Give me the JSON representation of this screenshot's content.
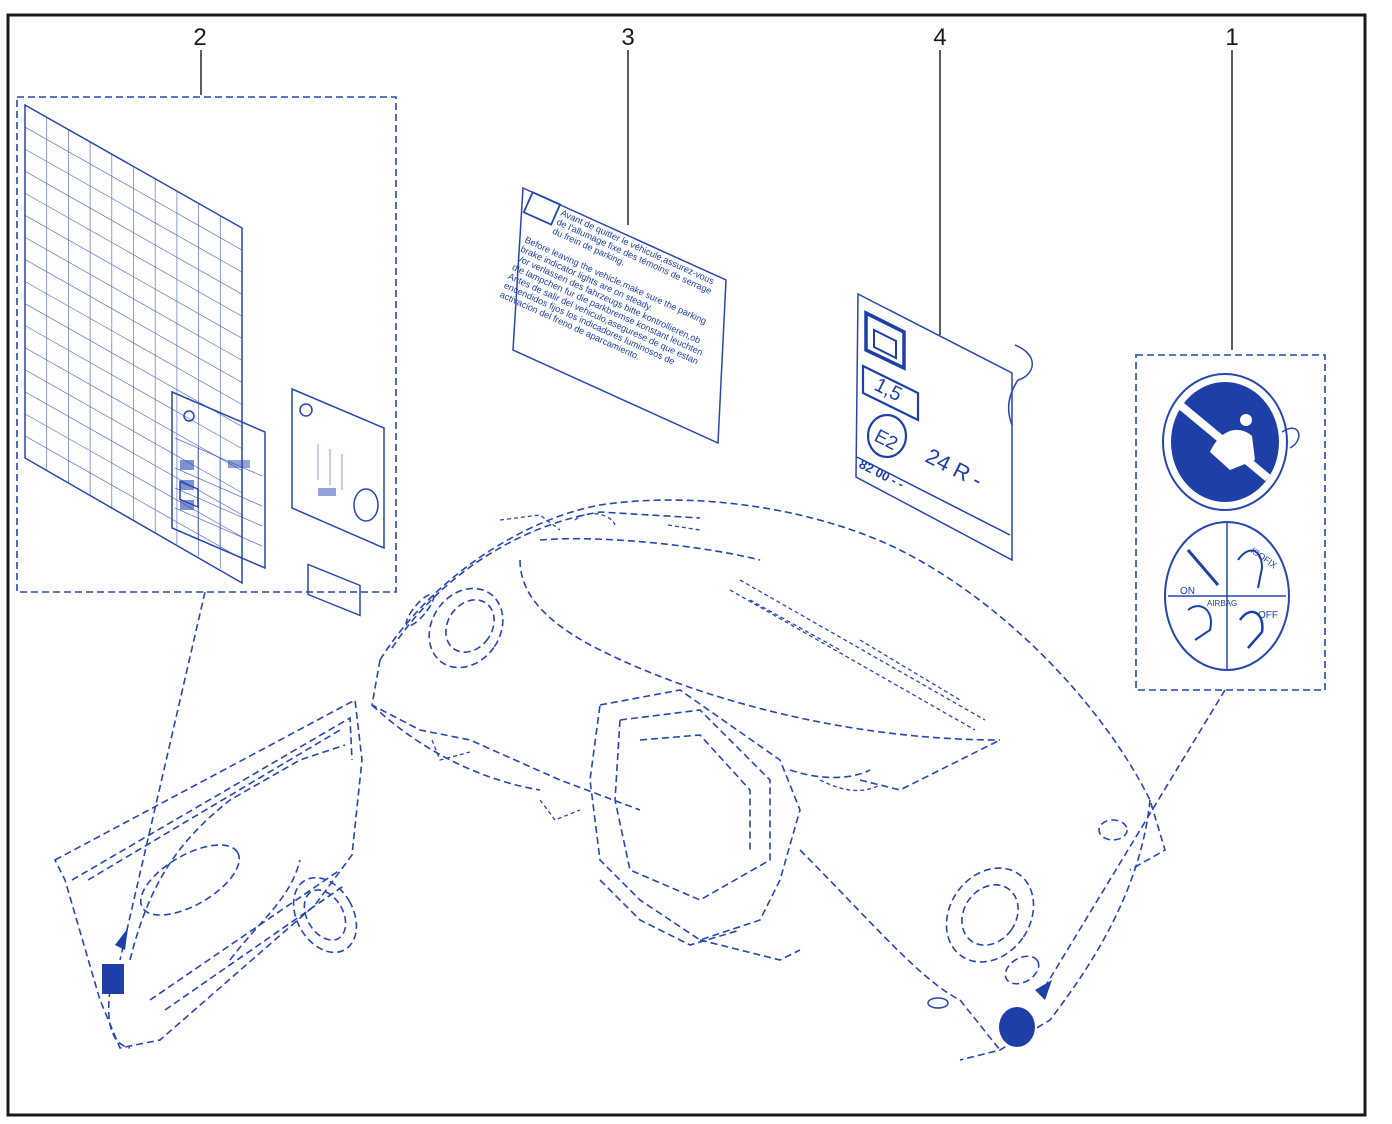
{
  "callouts": [
    {
      "id": "c1",
      "label": "1"
    },
    {
      "id": "c2",
      "label": "2"
    },
    {
      "id": "c3",
      "label": "3"
    },
    {
      "id": "c4",
      "label": "4"
    }
  ],
  "label_parking": {
    "lines": [
      "Avant de quitter le véhicule,assurez-vous",
      "de l'allumage fixe des témoins de serrage",
      "du frein de parking.",
      "Before leaving the vehicle,make sure the parking",
      "brake indicator lights are on steady.",
      "Vor verlassen des fahrzeugs bitte kontrollieren,ob",
      "die lampchen fur die parkbremse konstant leuchten",
      "Antes de salir del vehiculo,asegurese de que estan",
      "encendidos fijos los indicadores luminosos de",
      "activacion del freno de aparcamiento."
    ]
  },
  "label_tyre": {
    "value": "1,5",
    "emark": "E2",
    "regulation": "24 R -",
    "partno": "82 00 - -"
  },
  "label_airbag": {
    "on": "ON",
    "off": "OFF",
    "airbag": "AIRBAG",
    "isofix": "ISOFIX"
  },
  "colors": {
    "line": "#2746b0",
    "fill": "#1f3fa8",
    "frame": "#1a1a1a"
  }
}
